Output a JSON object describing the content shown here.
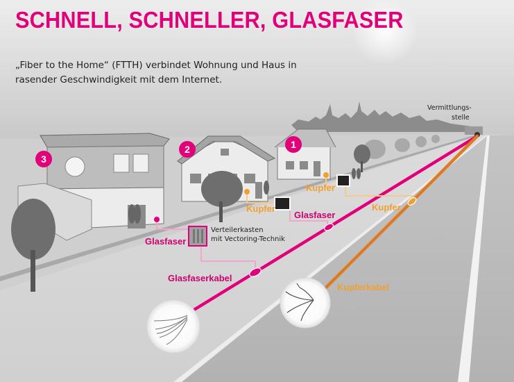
{
  "title": "SCHNELL, SCHNELLER, GLASFASER",
  "intro": "„Fiber to the Home“ (FTTH) verbindet Wohnung und Haus in rasender Geschwindigkeit mit dem Internet.",
  "exchange_label_line1": "Vermittlungs-",
  "exchange_label_line2": "stelle",
  "badges": [
    "1",
    "2",
    "3"
  ],
  "labels": {
    "kupfer_house1": "Kupfer",
    "kupfer_house2": "Kupfer",
    "kupfer_line": "Kupfer",
    "glasfaser_mid": "Glasfaser",
    "glasfaser_house3": "Glasfaser",
    "glasfaserkabel": "Glasfaserkabel",
    "kupferkabel": "Kupferkabel",
    "verteilerkasten_line1": "Verteilerkasten",
    "verteilerkasten_line2": "mit Vectoring-Technik"
  },
  "colors": {
    "fiber": "#e2007a",
    "copper": "#f0a030",
    "copper_cable": "#e07a20"
  }
}
